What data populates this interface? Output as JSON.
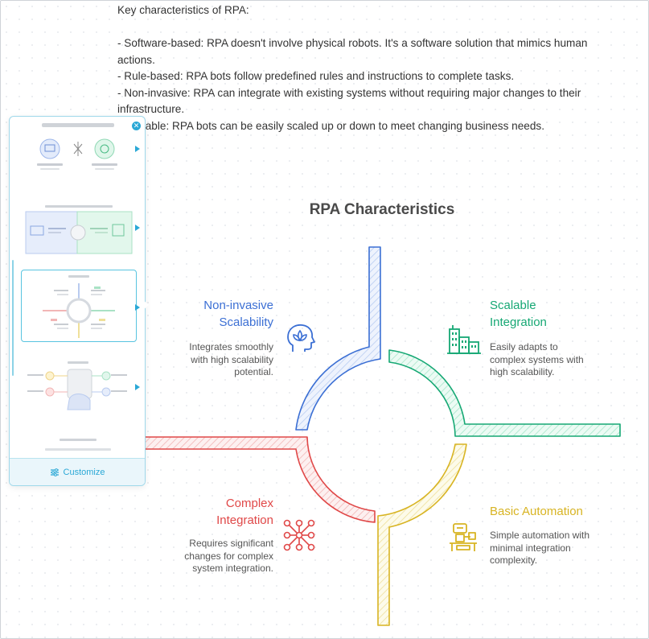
{
  "document": {
    "intro": "Key characteristics of RPA:",
    "bullets": [
      "- Software-based: RPA doesn't involve physical robots. It's a software solution that mimics human actions.",
      "- Rule-based: RPA bots follow predefined rules and instructions to complete tasks.",
      "- Non-invasive: RPA can integrate with existing systems without requiring major changes to their infrastructure.",
      "- Scalable: RPA bots can be easily scaled up or down to meet changing business needs."
    ]
  },
  "diagram": {
    "title": "RPA Characteristics",
    "quadrants": [
      {
        "position": "top-left",
        "heading": "Non-invasive Scalability",
        "heading_lines": [
          "Non-invasive",
          "Scalability"
        ],
        "description_lines": [
          "Integrates smoothly",
          "with high scalability",
          "potential."
        ],
        "color": "#3b6fd4",
        "icon": "head-lotus-icon"
      },
      {
        "position": "top-right",
        "heading": "Scalable Integration",
        "heading_lines": [
          "Scalable",
          "Integration"
        ],
        "description_lines": [
          "Easily adapts to",
          "complex systems with",
          "high scalability."
        ],
        "color": "#16a874",
        "icon": "buildings-icon"
      },
      {
        "position": "bottom-left",
        "heading": "Complex Integration",
        "heading_lines": [
          "Complex",
          "Integration"
        ],
        "description_lines": [
          "Requires significant",
          "changes for complex",
          "system integration."
        ],
        "color": "#e04848",
        "icon": "network-nodes-icon"
      },
      {
        "position": "bottom-right",
        "heading": "Basic Automation",
        "heading_lines": [
          "Basic Automation"
        ],
        "description_lines": [
          "Simple automation with",
          "minimal integration",
          "complexity."
        ],
        "color": "#d8b423",
        "icon": "robot-desk-icon"
      }
    ]
  },
  "templates_panel": {
    "customize_label": "Customize",
    "close_icon": "close-icon",
    "customize_icon": "sliders-icon",
    "templates": [
      "template-1",
      "template-2",
      "template-3",
      "template-4",
      "template-5"
    ],
    "selected_index": 2
  }
}
